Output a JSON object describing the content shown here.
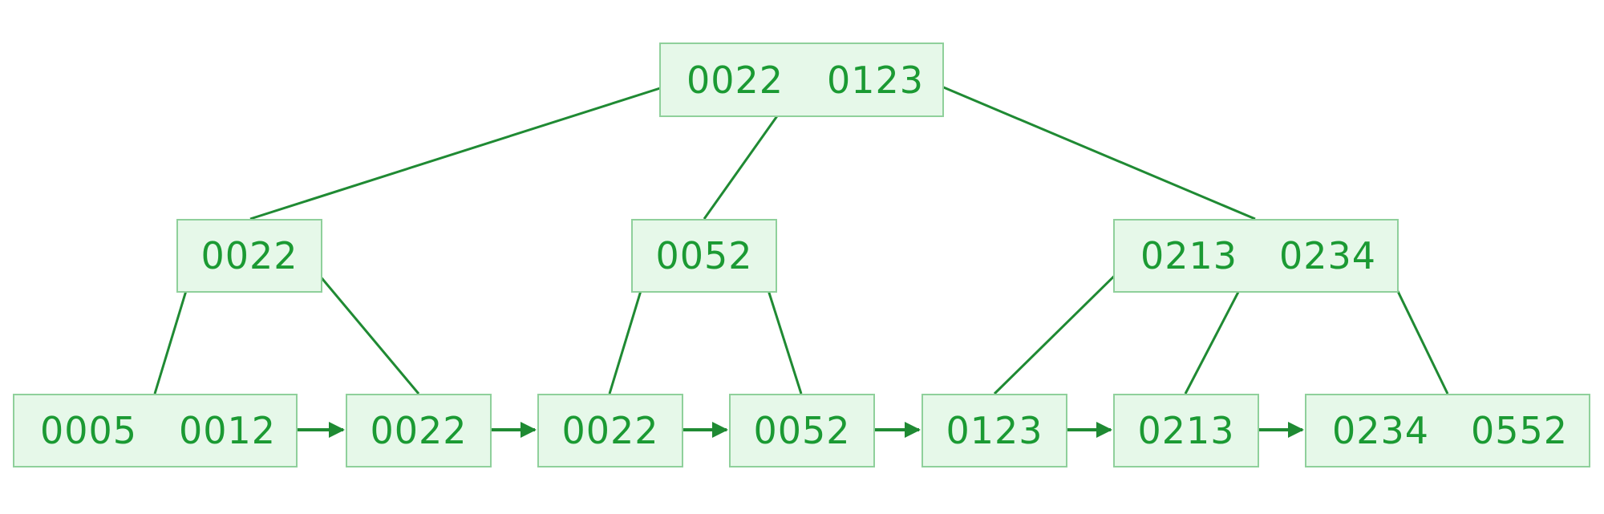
{
  "diagram": {
    "colors": {
      "fill": "#e6f8e9",
      "border": "#8fd09b",
      "text": "#1b9a33",
      "edge": "#1f8a33"
    },
    "root": {
      "keys": [
        "0022",
        "0123"
      ]
    },
    "internal": [
      {
        "keys": [
          "0022"
        ]
      },
      {
        "keys": [
          "0052"
        ]
      },
      {
        "keys": [
          "0213",
          "0234"
        ]
      }
    ],
    "leaves": [
      {
        "keys": [
          "0005",
          "0012"
        ]
      },
      {
        "keys": [
          "0022"
        ]
      },
      {
        "keys": [
          "0022"
        ]
      },
      {
        "keys": [
          "0052"
        ]
      },
      {
        "keys": [
          "0123"
        ]
      },
      {
        "keys": [
          "0213"
        ]
      },
      {
        "keys": [
          "0234",
          "0552"
        ]
      }
    ]
  }
}
